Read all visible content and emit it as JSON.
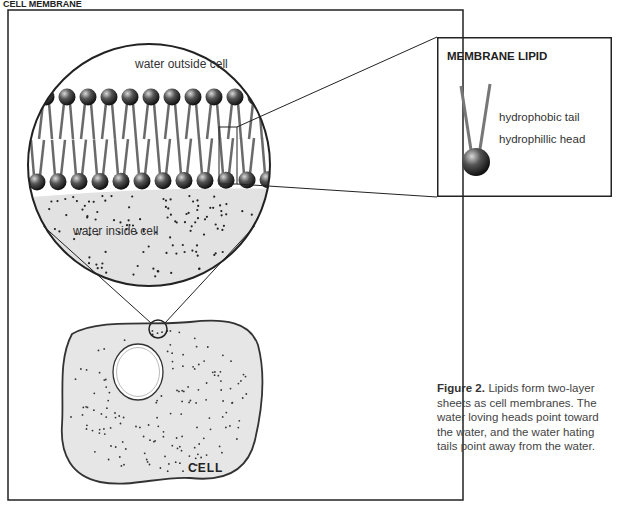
{
  "diagram": {
    "title": "CELL MEMBRANE",
    "caption": "Lipids form two-layer sheets as cell membranes. The water loving heads point toward the water, and the water hating tails point away from the water.",
    "nodes": [
      {
        "text": [
          "water outside cell",
          "water inside cell"
        ]
      },
      {
        "text": [
          "CELL"
        ]
      },
      {
        "text": [
          "MEMBRANE LIPID",
          "hydrophobic tail",
          "hydrophillic head"
        ]
      }
    ],
    "edges": [
      {
        "from": 0,
        "to": 1,
        "arrow": "none"
      },
      {
        "from": 0,
        "to": 2,
        "arrow": "none"
      }
    ],
    "labels": [
      "Figure 2."
    ]
  }
}
